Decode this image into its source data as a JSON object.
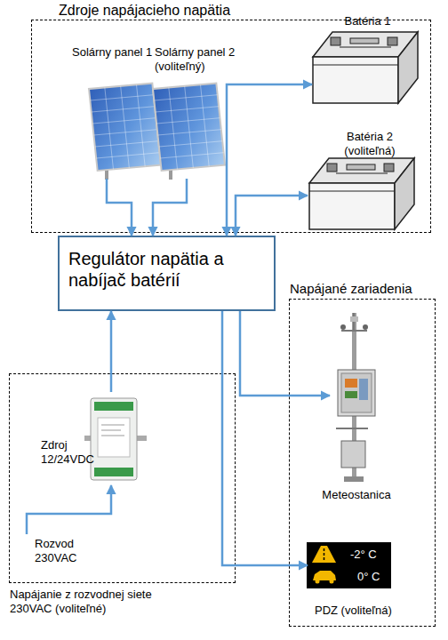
{
  "diagram": {
    "nodes": [
      {
        "text": [
          "Zdroje napájacieho napätia"
        ]
      },
      {
        "text": [
          "Solárny panel 1"
        ],
        "in": 0
      },
      {
        "text": [
          "Solárny panel 2 (voliteľný)"
        ],
        "in": 0
      },
      {
        "text": [
          "Batéria 1"
        ],
        "in": 0
      },
      {
        "text": [
          "Batéria 2 (voliteľná)"
        ],
        "in": 0
      },
      {
        "text": [
          "Regulátor napätia a nabíjač batérií"
        ]
      },
      {
        "text": [
          "Napájané zariadenia"
        ]
      },
      {
        "text": [
          "Meteostanica"
        ],
        "in": 6
      },
      {
        "text": [
          "-2° C",
          "0° C",
          "PDZ (voliteľná)"
        ],
        "in": 6
      },
      {
        "text": [
          "Napájanie z rozvodnej siete 230VAC (voliteľné)"
        ]
      },
      {
        "text": [
          "Zdroj 12/24VDC"
        ],
        "in": 9
      },
      {
        "text": [
          "Rozvod 230VAC"
        ],
        "in": 9
      }
    ],
    "edges": [
      {
        "from": 1,
        "to": 5,
        "arrow": "to"
      },
      {
        "from": 2,
        "to": 5,
        "arrow": "to"
      },
      {
        "from": 5,
        "to": 3,
        "arrow": "both"
      },
      {
        "from": 5,
        "to": 4,
        "arrow": "both"
      },
      {
        "from": 10,
        "to": 5,
        "arrow": "to"
      },
      {
        "from": 11,
        "to": 10,
        "arrow": "to"
      },
      {
        "from": 5,
        "to": 7,
        "arrow": "to"
      },
      {
        "from": 5,
        "to": 8,
        "arrow": "to"
      }
    ]
  }
}
